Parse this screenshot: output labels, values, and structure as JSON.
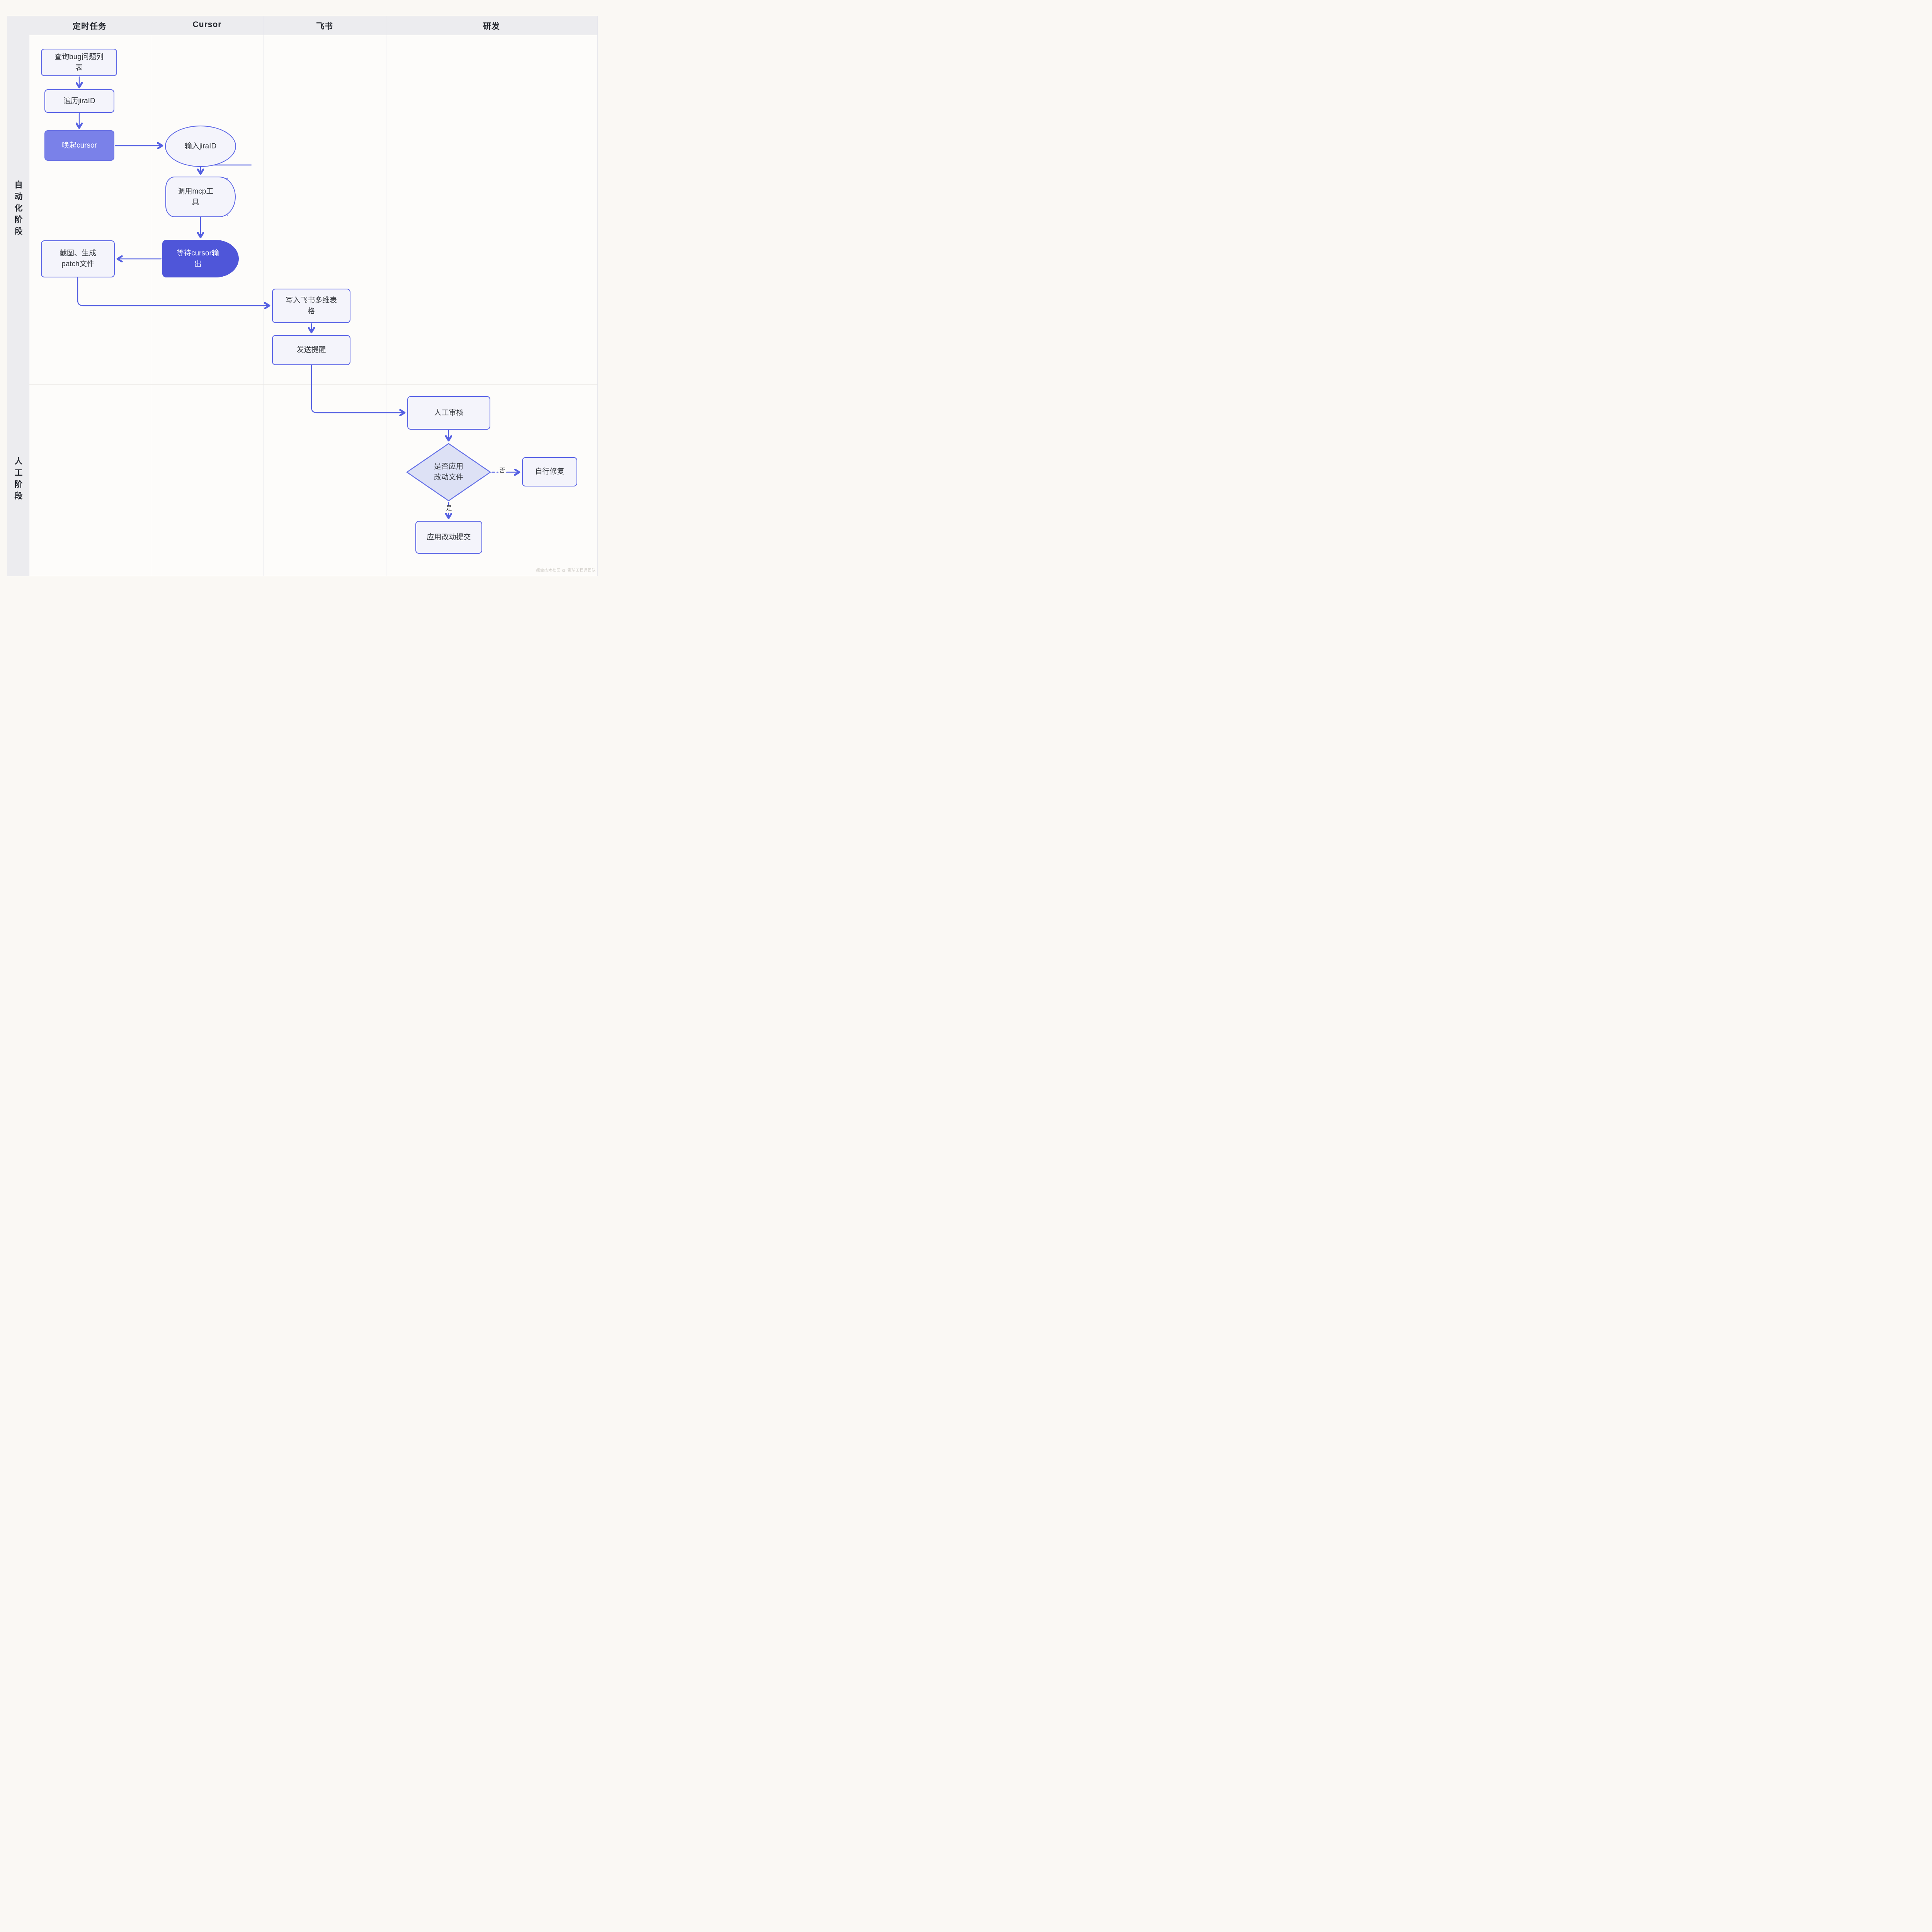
{
  "lanes": [
    "定时任务",
    "Cursor",
    "飞书",
    "研发"
  ],
  "phases": [
    "自动化阶段",
    "人工阶段"
  ],
  "nodes": {
    "query_bug_list": {
      "label": "查询bug问题列\n表",
      "shape": "rect"
    },
    "iterate_jira": {
      "label": "遍历jiraID",
      "shape": "rect"
    },
    "invoke_cursor": {
      "label": "唤起cursor",
      "shape": "rect-filled"
    },
    "input_jira": {
      "label": "输入jiraID",
      "shape": "ellipse"
    },
    "call_mcp": {
      "label": "调用mcp工\n具",
      "shape": "cylinder"
    },
    "wait_cursor": {
      "label": "等待cursor输\n出",
      "shape": "delay-filled"
    },
    "screenshot_patch": {
      "label": "截图、生成\npatch文件",
      "shape": "rect"
    },
    "write_feishu": {
      "label": "写入飞书多维表\n格",
      "shape": "rect"
    },
    "send_reminder": {
      "label": "发送提醒",
      "shape": "rect"
    },
    "manual_review": {
      "label": "人工审核",
      "shape": "rect"
    },
    "apply_decision": {
      "label": "是否应用\n改动文件",
      "shape": "diamond"
    },
    "self_fix": {
      "label": "自行修复",
      "shape": "rect"
    },
    "apply_commit": {
      "label": "应用改动提交",
      "shape": "rect"
    }
  },
  "edge_labels": {
    "no": "否",
    "yes": "是"
  },
  "footer": {
    "watermark": "掘金技术社区 @ 雪球工程师团队"
  },
  "colors": {
    "accent_border": "#5c66e6",
    "arrow": "#5560e2",
    "light_fill": "#f4f4fb",
    "purple_mid": "#7a81e9",
    "purple_deep": "#4f56d9",
    "diamond_fill": "#dde1f5",
    "header_band": "#ececef",
    "page_bg": "#faf8f4",
    "lane_bg": "#fdfcfa"
  }
}
